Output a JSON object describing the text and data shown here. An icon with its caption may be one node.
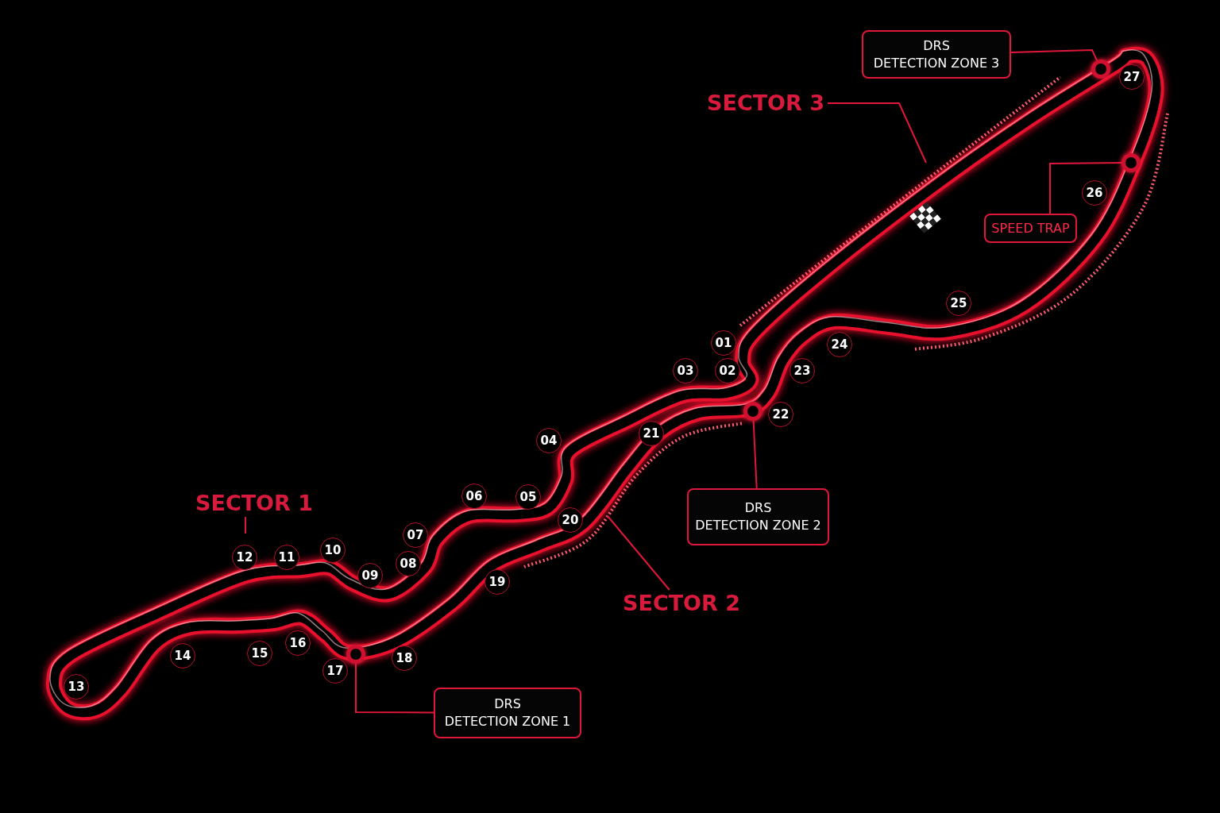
{
  "diagram": {
    "nodes": [
      {
        "text": [
          "DRS",
          "DETECTION ZONE 3"
        ]
      },
      {
        "text": [
          "SECTOR 3"
        ]
      },
      {
        "text": [
          "SPEED TRAP"
        ]
      },
      {
        "text": [],
        "shape": "circle"
      },
      {
        "text": [],
        "shape": "circle"
      },
      {
        "text": [
          "SECTOR 1"
        ]
      },
      {
        "text": [
          "DRS",
          "DETECTION ZONE 2"
        ]
      },
      {
        "text": [],
        "shape": "circle"
      },
      {
        "text": [
          "SECTOR 2"
        ]
      },
      {
        "text": [
          "DRS",
          "DETECTION ZONE 1"
        ]
      },
      {
        "text": [],
        "shape": "circle"
      }
    ],
    "edges": [
      {
        "from": 0,
        "to": 3,
        "arrow": "none"
      },
      {
        "from": 1,
        "to": null,
        "arrow": "none"
      },
      {
        "from": 2,
        "to": 4,
        "arrow": "none"
      },
      {
        "from": 5,
        "to": null,
        "arrow": "none"
      },
      {
        "from": 6,
        "to": 7,
        "arrow": "none"
      },
      {
        "from": 8,
        "to": null,
        "arrow": "none"
      },
      {
        "from": 9,
        "to": 10,
        "arrow": "none"
      }
    ],
    "labels": [
      "27",
      "26",
      "25",
      "01",
      "24",
      "03",
      "02",
      "23",
      "22",
      "21",
      "04",
      "06",
      "05",
      "20",
      "07",
      "12",
      "11",
      "10",
      "09",
      "08",
      "19",
      "16",
      "14",
      "15",
      "18",
      "17",
      "13"
    ]
  }
}
